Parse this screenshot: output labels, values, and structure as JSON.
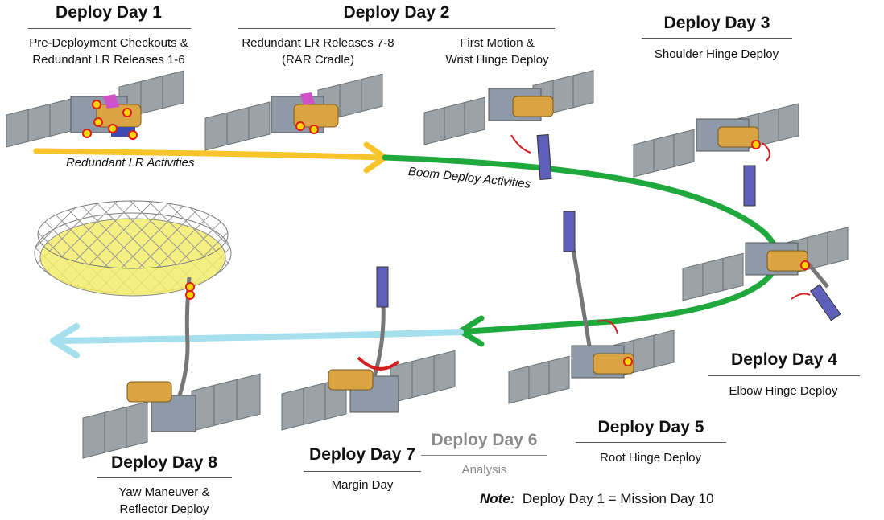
{
  "days": [
    {
      "id": "day1",
      "title": "Deploy Day 1",
      "lines": [
        "Pre-Deployment Checkouts &",
        "Redundant LR Releases 1-6"
      ]
    },
    {
      "id": "day2",
      "title": "Deploy Day 2",
      "lines_a": [
        "Redundant LR Releases 7-8",
        "(RAR Cradle)"
      ],
      "lines_b": [
        "First Motion &",
        "Wrist Hinge Deploy"
      ]
    },
    {
      "id": "day3",
      "title": "Deploy Day 3",
      "lines": [
        "Shoulder Hinge Deploy"
      ]
    },
    {
      "id": "day4",
      "title": "Deploy Day 4",
      "lines": [
        "Elbow Hinge Deploy"
      ]
    },
    {
      "id": "day5",
      "title": "Deploy Day 5",
      "lines": [
        "Root Hinge Deploy"
      ]
    },
    {
      "id": "day6",
      "title": "Deploy Day 6",
      "lines": [
        "Analysis"
      ]
    },
    {
      "id": "day7",
      "title": "Deploy Day 7",
      "lines": [
        "Margin Day"
      ]
    },
    {
      "id": "day8",
      "title": "Deploy Day 8",
      "lines": [
        "Yaw Maneuver &",
        "Reflector Deploy"
      ]
    }
  ],
  "flow_labels": {
    "redundant": "Redundant LR Activities",
    "boom": "Boom Deploy Activities"
  },
  "note": {
    "prefix": "Note:",
    "text": "Deploy Day 1 = Mission Day 10"
  },
  "colors": {
    "yellow": "#f7c52b",
    "green": "#1fa83c",
    "cyan": "#9ddbea",
    "panel": "#9aa2a8",
    "bus": "#8e9aa8",
    "gold": "#d9a441",
    "red": "#d42020"
  }
}
